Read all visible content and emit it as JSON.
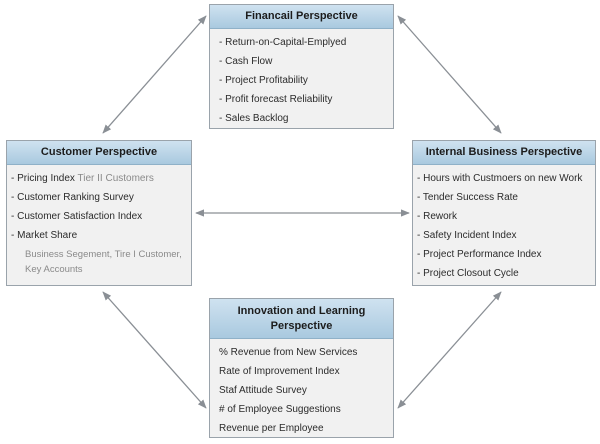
{
  "financial": {
    "title": "Financail Perspective",
    "items": [
      "- Return-on-Capital-Emplyed",
      "- Cash Flow",
      "- Project Profitability",
      "- Profit forecast Reliability",
      "- Sales Backlog"
    ]
  },
  "customer": {
    "title": "Customer Perspective",
    "pricing_prefix": "- Pricing Index ",
    "pricing_suffix": "Tier II Customers",
    "items": [
      "- Customer Ranking Survey",
      "- Customer Satisfaction Index",
      "- Market Share"
    ],
    "sub_lines": [
      "Business Segement, Tire I Customer,",
      "Key Accounts"
    ]
  },
  "internal": {
    "title": "Internal Business Perspective",
    "items": [
      "- Hours with Custmoers on new Work",
      "- Tender Success Rate",
      "- Rework",
      "- Safety Incident Index",
      "- Project Performance Index",
      "- Project Closout Cycle"
    ]
  },
  "innovation": {
    "title_line1": "Innovation and Learning",
    "title_line2": "Perspective",
    "items": [
      "% Revenue from New Services",
      "Rate of Improvement Index",
      "Staf Attitude Survey",
      "# of Employee Suggestions",
      "Revenue per Employee"
    ]
  },
  "colors": {
    "header_top": "#cfe2f0",
    "header_bottom": "#a9c9df",
    "box_fill": "#f1f1f1",
    "border": "#9aa3ab",
    "arrow": "#8a8f95"
  }
}
